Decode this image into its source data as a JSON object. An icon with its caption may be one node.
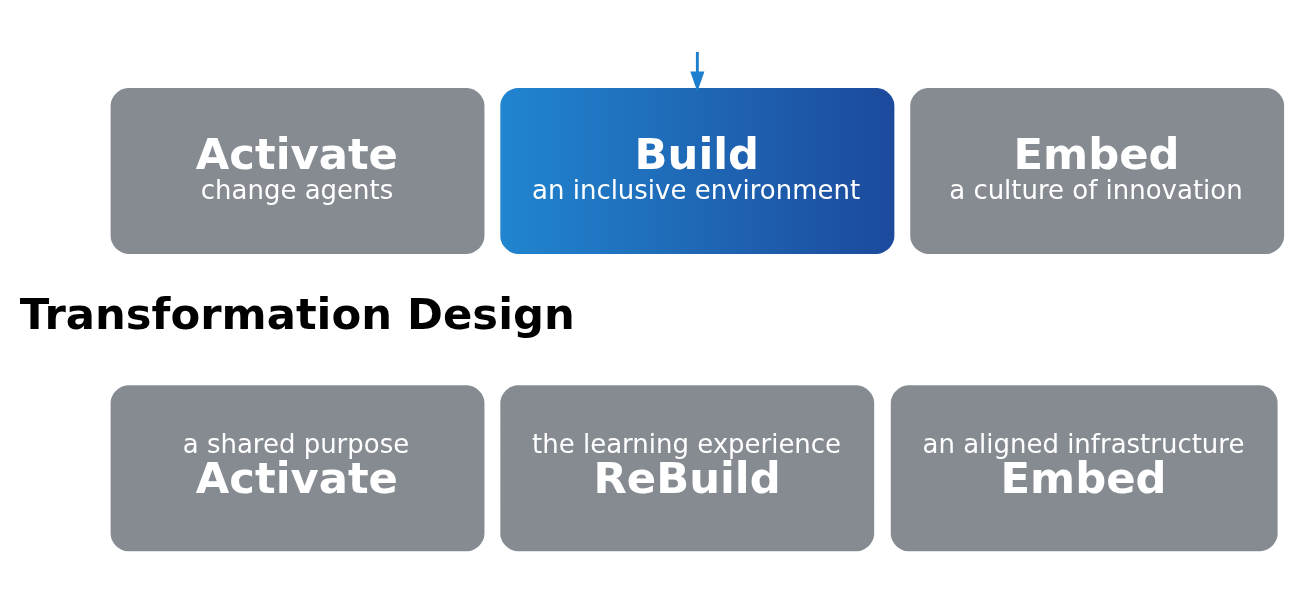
{
  "diagram": {
    "nodes": [
      {
        "text": [
          "Activate",
          "change agents"
        ]
      },
      {
        "text": [
          "Build",
          "an inclusive environment"
        ]
      },
      {
        "text": [
          "Embed",
          "a culture of innovation"
        ]
      },
      {
        "text": [
          "a shared purpose",
          "Activate"
        ]
      },
      {
        "text": [
          "the learning experience",
          "ReBuild"
        ]
      },
      {
        "text": [
          "an aligned infrastructure",
          "Embed"
        ]
      }
    ],
    "edges": [
      {
        "from": null,
        "to": 1,
        "arrow": "to",
        "color": "#1f7fcf"
      }
    ],
    "labels": [
      "Transformation Design"
    ]
  }
}
